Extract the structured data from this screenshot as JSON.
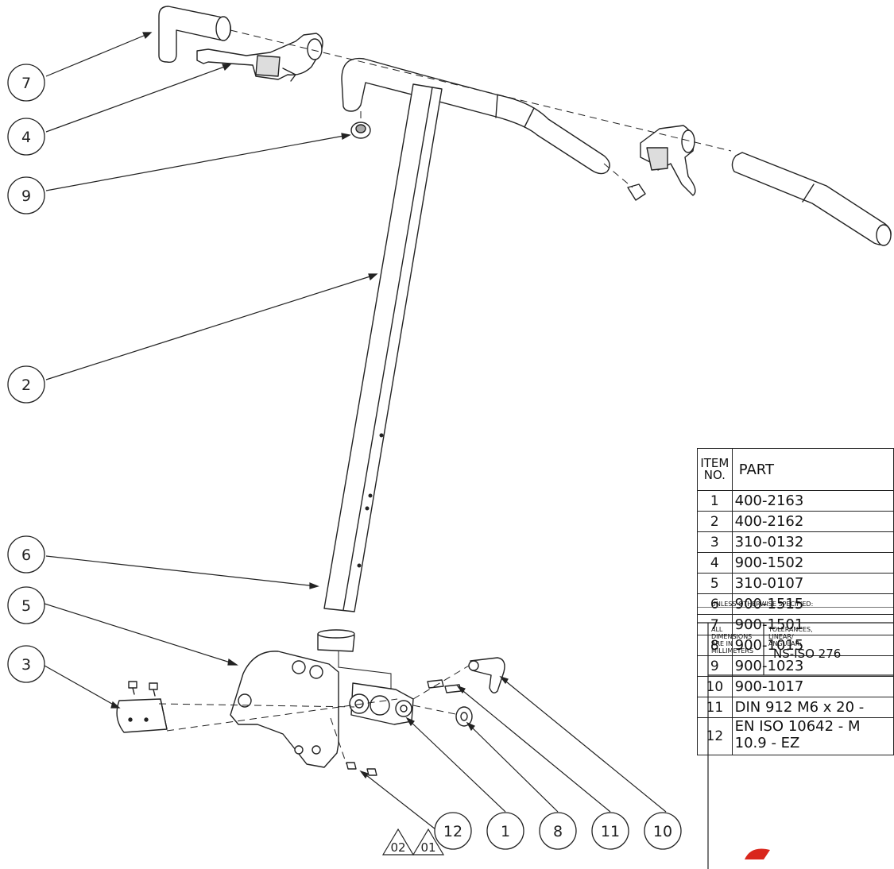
{
  "balloons": [
    {
      "label": "7"
    },
    {
      "label": "4"
    },
    {
      "label": "9"
    },
    {
      "label": "2"
    },
    {
      "label": "6"
    },
    {
      "label": "5"
    },
    {
      "label": "3"
    },
    {
      "label": "12"
    },
    {
      "label": "1"
    },
    {
      "label": "8"
    },
    {
      "label": "11"
    },
    {
      "label": "10"
    }
  ],
  "revisions": [
    "02",
    "01"
  ],
  "bom": {
    "header_item": "ITEM NO.",
    "header_item_l1": "ITEM",
    "header_item_l2": "NO.",
    "header_part": "PART",
    "rows": [
      {
        "no": "1",
        "part": "400-2163"
      },
      {
        "no": "2",
        "part": "400-2162"
      },
      {
        "no": "3",
        "part": "310-0132"
      },
      {
        "no": "4",
        "part": "900-1502"
      },
      {
        "no": "5",
        "part": "310-0107"
      },
      {
        "no": "6",
        "part": "900-1515"
      },
      {
        "no": "7",
        "part": "900-1501"
      },
      {
        "no": "8",
        "part": "900-1015"
      },
      {
        "no": "9",
        "part": "900-1023"
      },
      {
        "no": "10",
        "part": "900-1017"
      },
      {
        "no": "11",
        "part": "DIN 912 M6 x 20 -"
      },
      {
        "no": "12",
        "part": "EN ISO 10642 - M",
        "part_line2": "10.9 - EZ"
      }
    ]
  },
  "title_block": {
    "unless": "UNLESS OTHERWISE SPECIFIED:",
    "dims": "ALL DIMENSIONS ARE IN MILLIMETERS",
    "tol": "TOLERANCES, LINEAR/ ANGULAR:",
    "std": "NS-ISO 276"
  },
  "colors": {
    "line": "#222222",
    "logo": "#d9261c"
  }
}
